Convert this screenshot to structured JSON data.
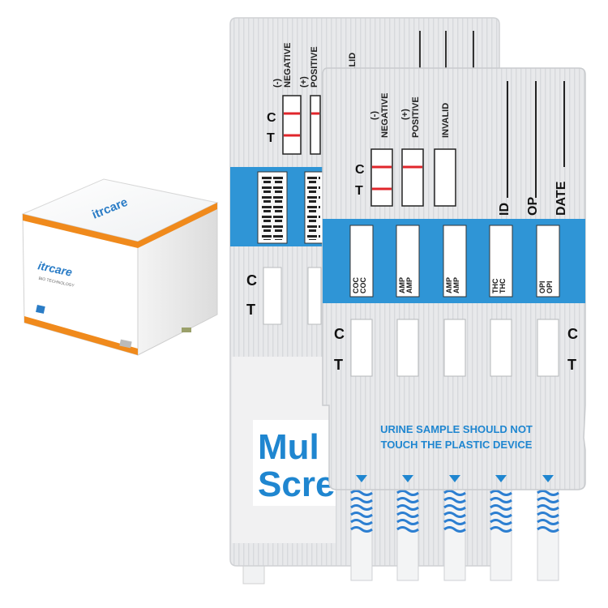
{
  "product": {
    "box": {
      "brand": "itrcare",
      "brand_front": "itrcare",
      "sub_label": "BIO TECHNOLOGY"
    },
    "back_device": {
      "legend": {
        "negative_top": "(-)",
        "negative": "NEGATIVE",
        "positive_top": "(+)",
        "positive": "POSITIVE",
        "invalid": "INVALID"
      },
      "c_label": "C",
      "t_label": "T",
      "big_text_1": "Mul",
      "big_text_2": "Scre",
      "strip_codes": [
        "COC",
        "COC"
      ]
    },
    "front_device": {
      "legend": {
        "negative_top": "(-)",
        "negative": "NEGATIVE",
        "positive_top": "(+)",
        "positive": "POSITIVE",
        "invalid": "INVALID"
      },
      "c_label": "C",
      "t_label": "T",
      "field_id": "ID",
      "field_op": "OP",
      "field_date": "DATE",
      "strip_codes": [
        "COC",
        "AMP",
        "AMP",
        "THC",
        "OPI"
      ],
      "warning_line1": "URINE SAMPLE SHOULD NOT",
      "warning_line2": "TOUCH THE PLASTIC DEVICE"
    }
  },
  "colors": {
    "device_body": "#e9eaec",
    "blue_band": "#2f95d6",
    "text_blue": "#1f86d0",
    "line_red": "#e0262b",
    "box_orange": "#f08a1c",
    "box_blue": "#2a7cc6",
    "wave_blue": "#2d7fd1"
  }
}
